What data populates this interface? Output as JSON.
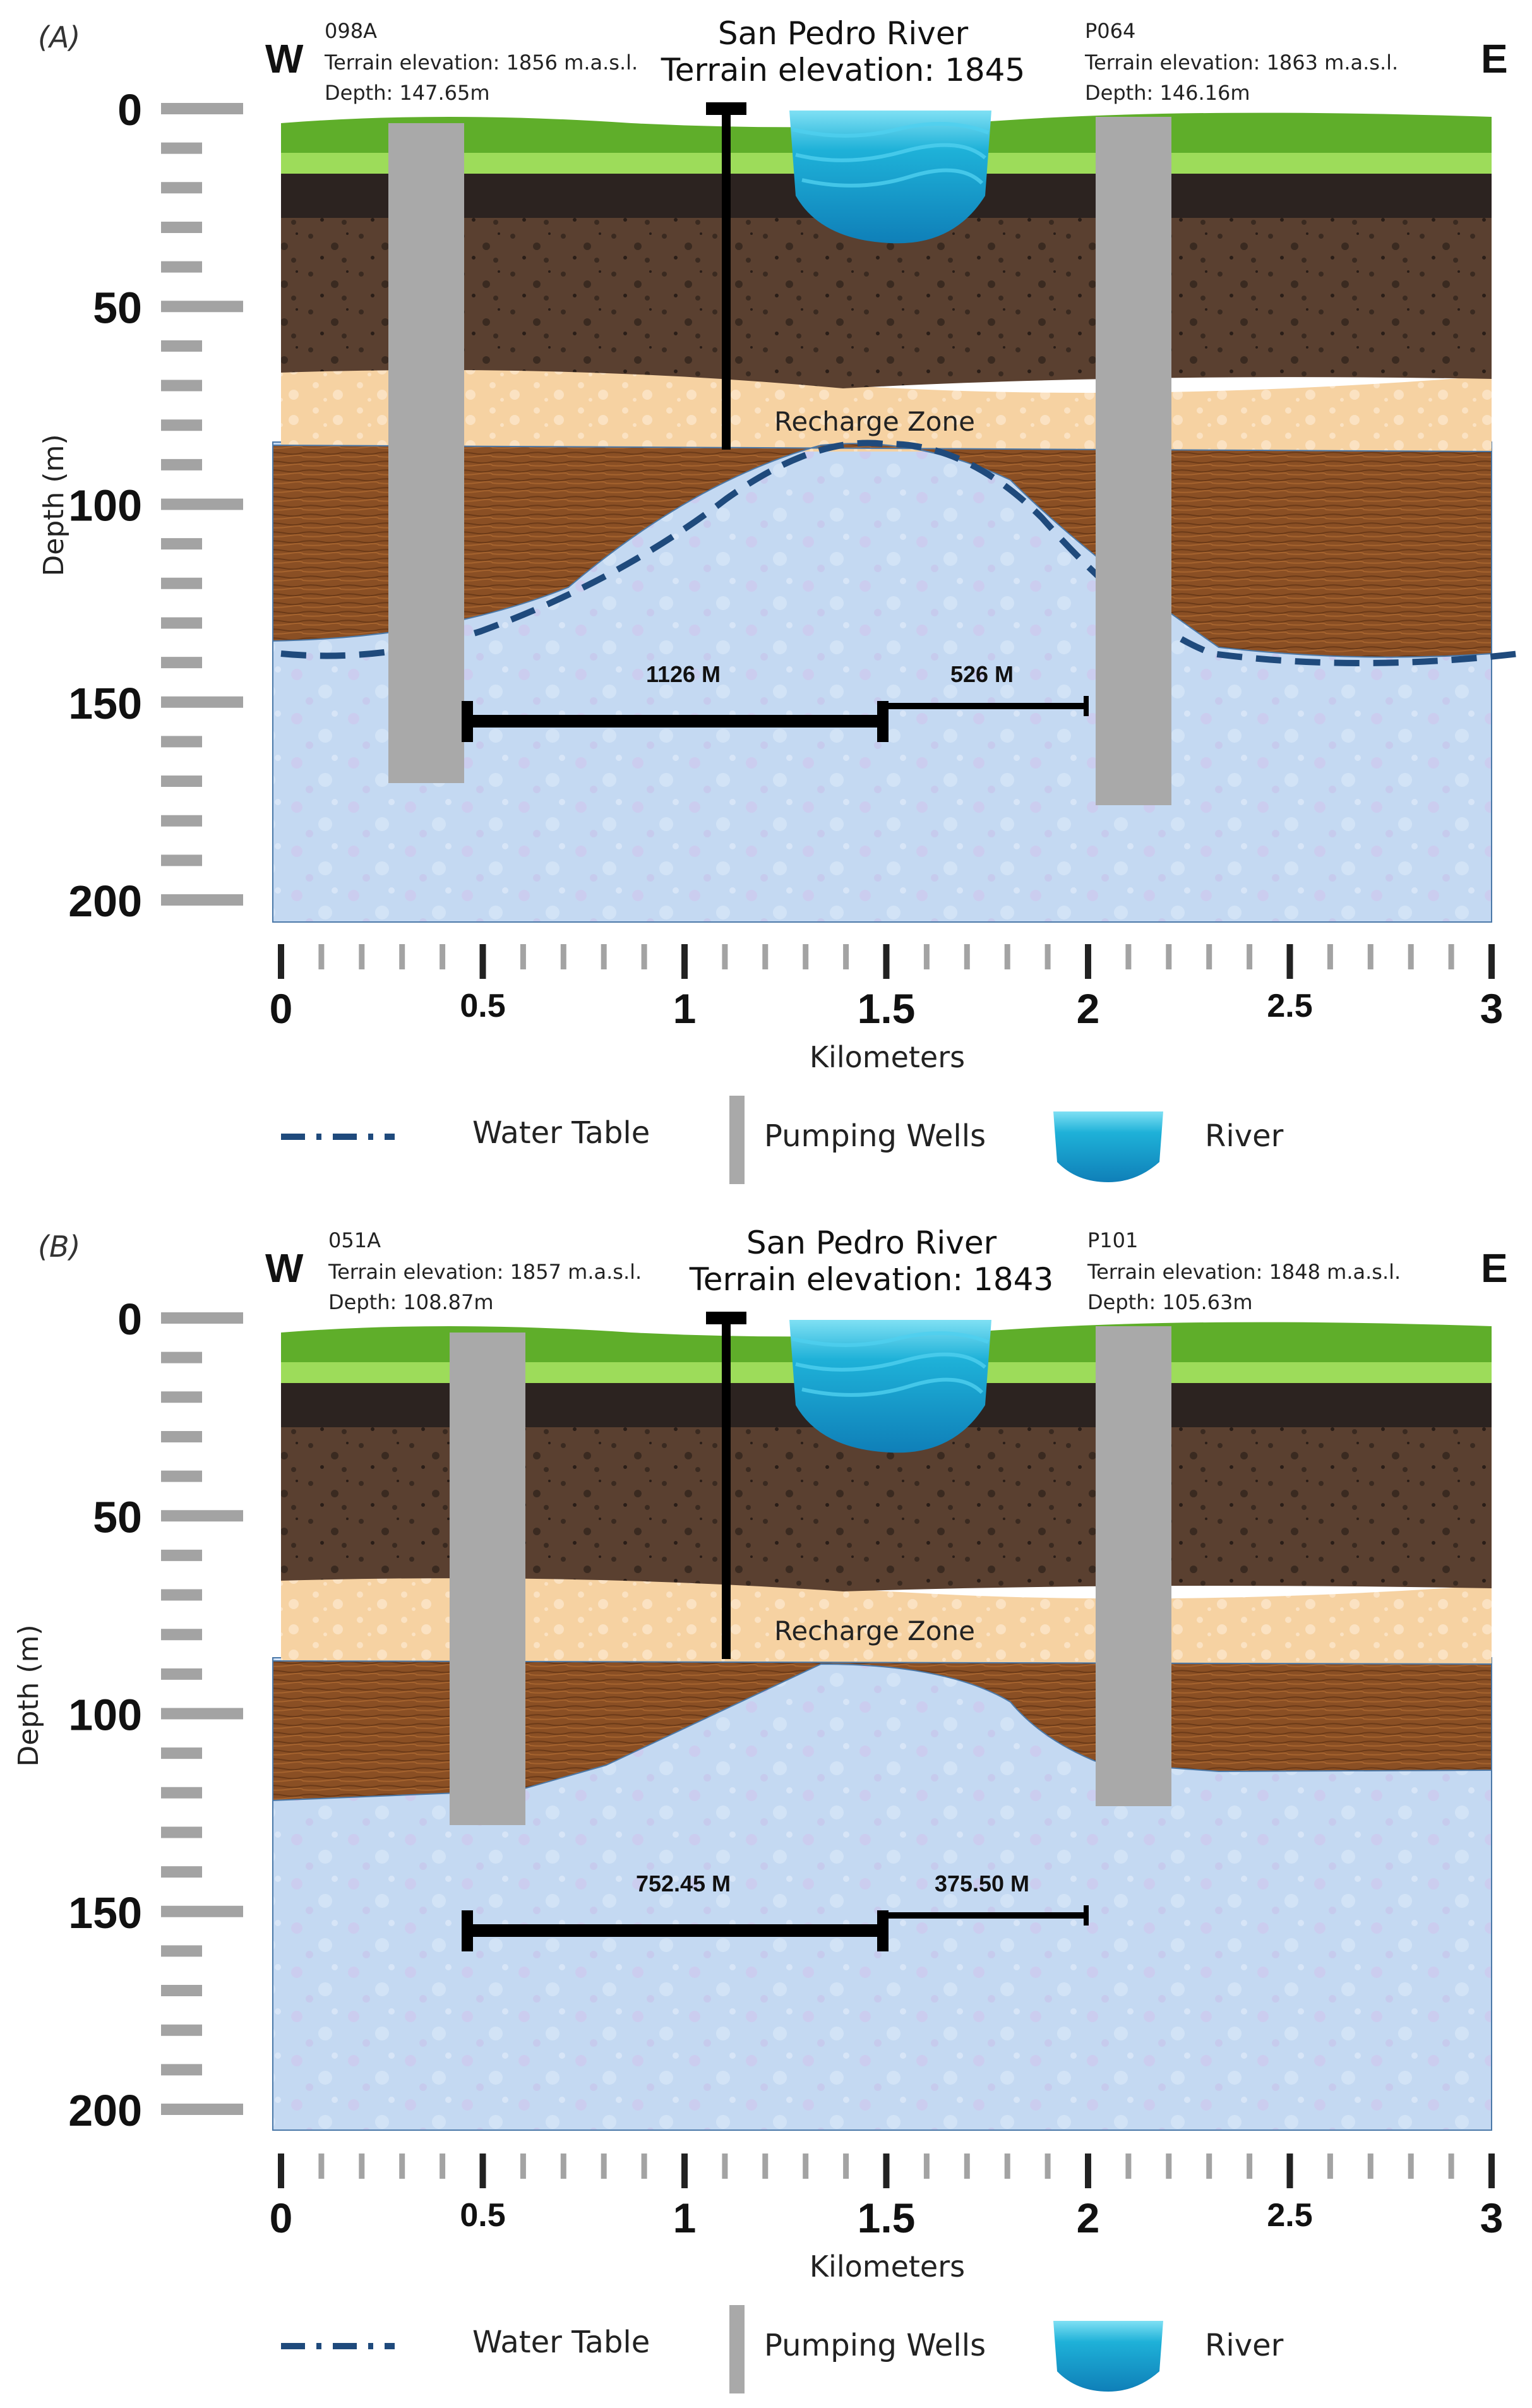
{
  "panels": [
    {
      "label": "(A)",
      "west_label": "W",
      "east_label": "E",
      "river": {
        "name": "San Pedro River",
        "elevation": "Terrain elevation: 1845"
      },
      "left_well": {
        "id": "098A",
        "elevation": "Terrain elevation: 1856 m.a.s.l.",
        "depth": "Depth: 147.65m"
      },
      "right_well": {
        "id": "P064",
        "elevation": "Terrain elevation: 1863 m.a.s.l.",
        "depth": "Depth: 146.16m"
      },
      "recharge_label": "Recharge Zone",
      "dist_left": "1126 M",
      "dist_right": "526 M",
      "depth_ticks": [
        "0",
        "50",
        "100",
        "150",
        "200"
      ],
      "depth_axis_label": "Depth (m)",
      "km_ticks": [
        "0",
        "0.5",
        "1",
        "1.5",
        "2",
        "2.5",
        "3"
      ],
      "km_axis_label": "Kilometers",
      "legend": {
        "water_table": "Water Table",
        "wells": "Pumping Wells",
        "river": "River"
      }
    },
    {
      "label": "(B)",
      "west_label": "W",
      "east_label": "E",
      "river": {
        "name": "San Pedro River",
        "elevation": "Terrain elevation: 1843"
      },
      "left_well": {
        "id": "051A",
        "elevation": "Terrain elevation: 1857 m.a.s.l.",
        "depth": "Depth: 108.87m"
      },
      "right_well": {
        "id": "P101",
        "elevation": "Terrain elevation: 1848 m.a.s.l.",
        "depth": "Depth: 105.63m"
      },
      "recharge_label": "Recharge Zone",
      "dist_left": "752.45 M",
      "dist_right": "375.50 M",
      "depth_ticks": [
        "0",
        "50",
        "100",
        "150",
        "200"
      ],
      "depth_axis_label": "Depth (m)",
      "km_ticks": [
        "0",
        "0.5",
        "1",
        "1.5",
        "2",
        "2.5",
        "3"
      ],
      "km_axis_label": "Kilometers",
      "legend": {
        "water_table": "Water Table",
        "wells": "Pumping Wells",
        "river": "River"
      }
    }
  ],
  "colors": {
    "grass": "#5fae2a",
    "grass_light": "#9ddc5a",
    "topsoil": "#2c2320",
    "soil": "#5a4030",
    "sand": "#f6d2a2",
    "clay": "#8a4f24",
    "aquifer": "#c4d9f2",
    "river": "#1eb1d8",
    "well": "#a9a9a9",
    "water_table": "#1f4a7c",
    "scale": "#a3a3a3"
  },
  "depth_scale": {
    "unit": "m",
    "min": 0,
    "max": 200,
    "minor_step": 10
  },
  "distance_scale": {
    "unit": "km",
    "min": 0,
    "max": 3,
    "minor_step": 0.1
  }
}
